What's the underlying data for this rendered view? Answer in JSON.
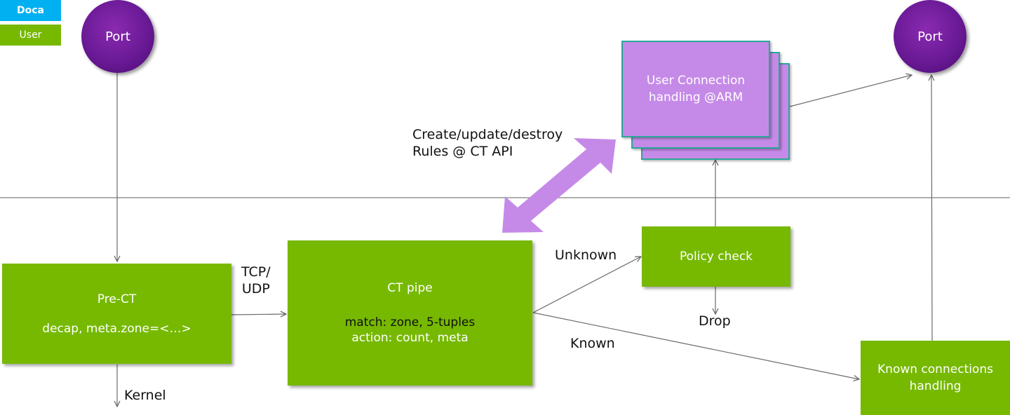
{
  "legend": {
    "doca": "Doca",
    "user": "User"
  },
  "colors": {
    "doca": "#00b0f0",
    "user": "#76b900",
    "user_connection": "#c58ae8",
    "port": "#6a1a96"
  },
  "ports": {
    "left": "Port",
    "right": "Port"
  },
  "boxes": {
    "pre_ct": {
      "title": "Pre-CT",
      "body": "decap, meta.zone=<…>"
    },
    "ct_pipe": {
      "title": "CT pipe",
      "body1": "match: zone, 5-tuples",
      "body2": "action: count, meta"
    },
    "policy_check": {
      "title": "Policy check"
    },
    "known_handling": {
      "line1": "Known connections",
      "line2": "handling"
    },
    "user_connection": {
      "line1": "User Connection",
      "line2": "handling @ARM"
    }
  },
  "labels": {
    "tcp_udp_1": "TCP/",
    "tcp_udp_2": "UDP",
    "kernel": "Kernel",
    "unknown": "Unknown",
    "known": "Known",
    "drop": "Drop",
    "ct_api_1": "Create/update/destroy",
    "ct_api_2": "Rules @ CT API"
  }
}
